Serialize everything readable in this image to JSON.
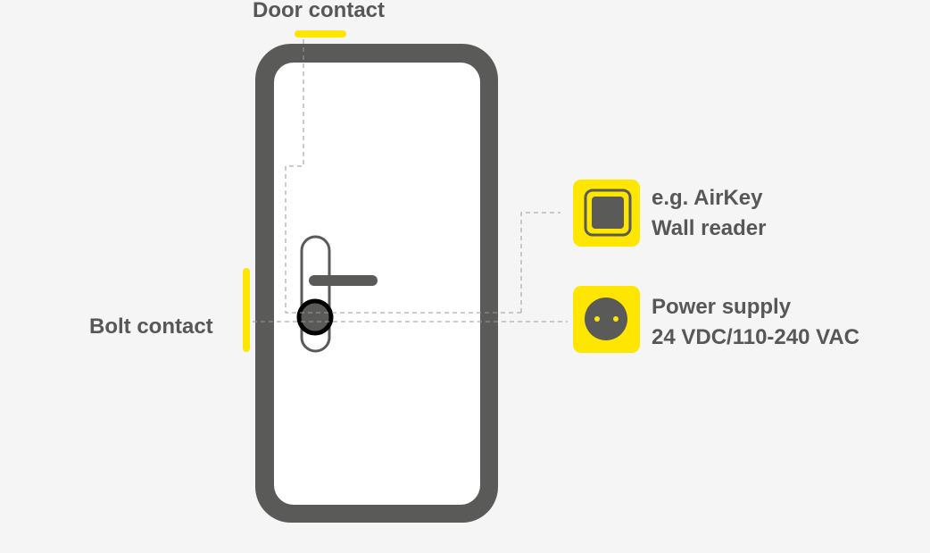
{
  "labels": {
    "door_contact": "Door contact",
    "bolt_contact": "Bolt contact",
    "wall_reader": {
      "line1": "e.g. AirKey",
      "line2": "Wall reader"
    },
    "power_supply": {
      "line1": "Power supply",
      "line2": "24 VDC/110-240 VAC"
    }
  },
  "icons": {
    "wall_reader": "wall-reader-icon",
    "power_supply": "power-socket-icon",
    "door_handle": "door-handle-icon"
  },
  "colors": {
    "background": "#f5f5f5",
    "frame": "#5a5a59",
    "accent": "#ffe600",
    "text": "#575757",
    "leaf": "#ffffff",
    "connector": "#9a9a9a"
  }
}
